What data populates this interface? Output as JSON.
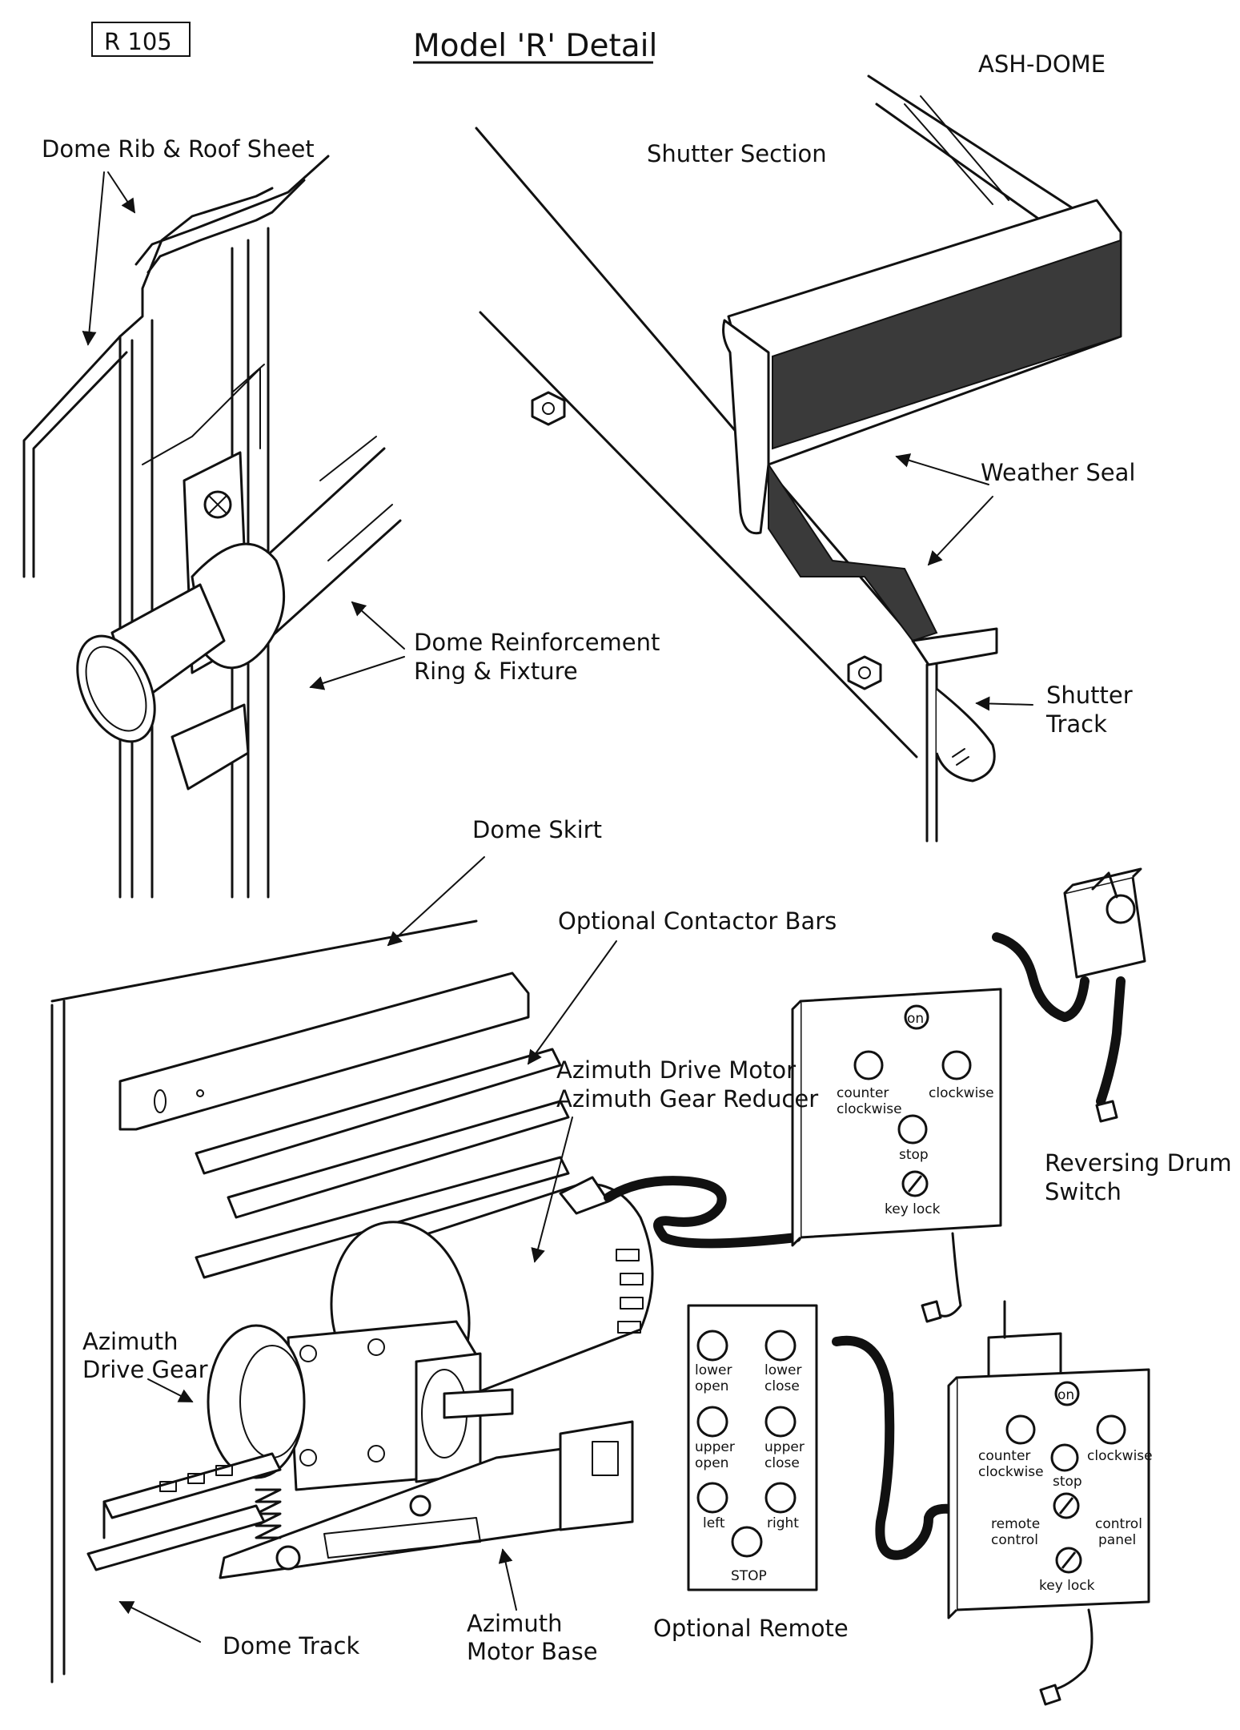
{
  "header": {
    "page_id": "R 105",
    "title": "Model 'R' Detail",
    "brand": "ASH-DOME"
  },
  "labels": {
    "rib": "Dome Rib & Roof Sheet",
    "shutter_section": "Shutter Section",
    "weather_seal": "Weather Seal",
    "reinforcement_1": "Dome Reinforcement",
    "reinforcement_2": "Ring & Fixture",
    "shutter_track_1": "Shutter",
    "shutter_track_2": "Track",
    "dome_skirt": "Dome Skirt",
    "contactor_bars": "Optional Contactor Bars",
    "motor_1": "Azimuth Drive Motor",
    "motor_2": "Azimuth Gear Reducer",
    "drive_gear_1": "Azimuth",
    "drive_gear_2": "Drive Gear",
    "dome_track": "Dome Track",
    "motor_base_1": "Azimuth",
    "motor_base_2": "Motor Base",
    "optional_remote": "Optional Remote",
    "drum_switch_1": "Reversing Drum",
    "drum_switch_2": "Switch"
  },
  "control_panel": {
    "on": "on",
    "ccw_1": "counter",
    "ccw_2": "clockwise",
    "cw": "clockwise",
    "stop": "stop",
    "key_lock": "key lock"
  },
  "remote": {
    "lower_open_1": "lower",
    "lower_open_2": "open",
    "lower_close_1": "lower",
    "lower_close_2": "close",
    "upper_open_1": "upper",
    "upper_open_2": "open",
    "upper_close_1": "upper",
    "upper_close_2": "close",
    "left": "left",
    "right": "right",
    "stop": "STOP"
  },
  "remote_panel": {
    "on": "on",
    "ccw_1": "counter",
    "ccw_2": "clockwise",
    "cw": "clockwise",
    "stop": "stop",
    "remote_1": "remote",
    "remote_2": "control",
    "control_1": "control",
    "control_2": "panel",
    "key_lock": "key lock"
  }
}
